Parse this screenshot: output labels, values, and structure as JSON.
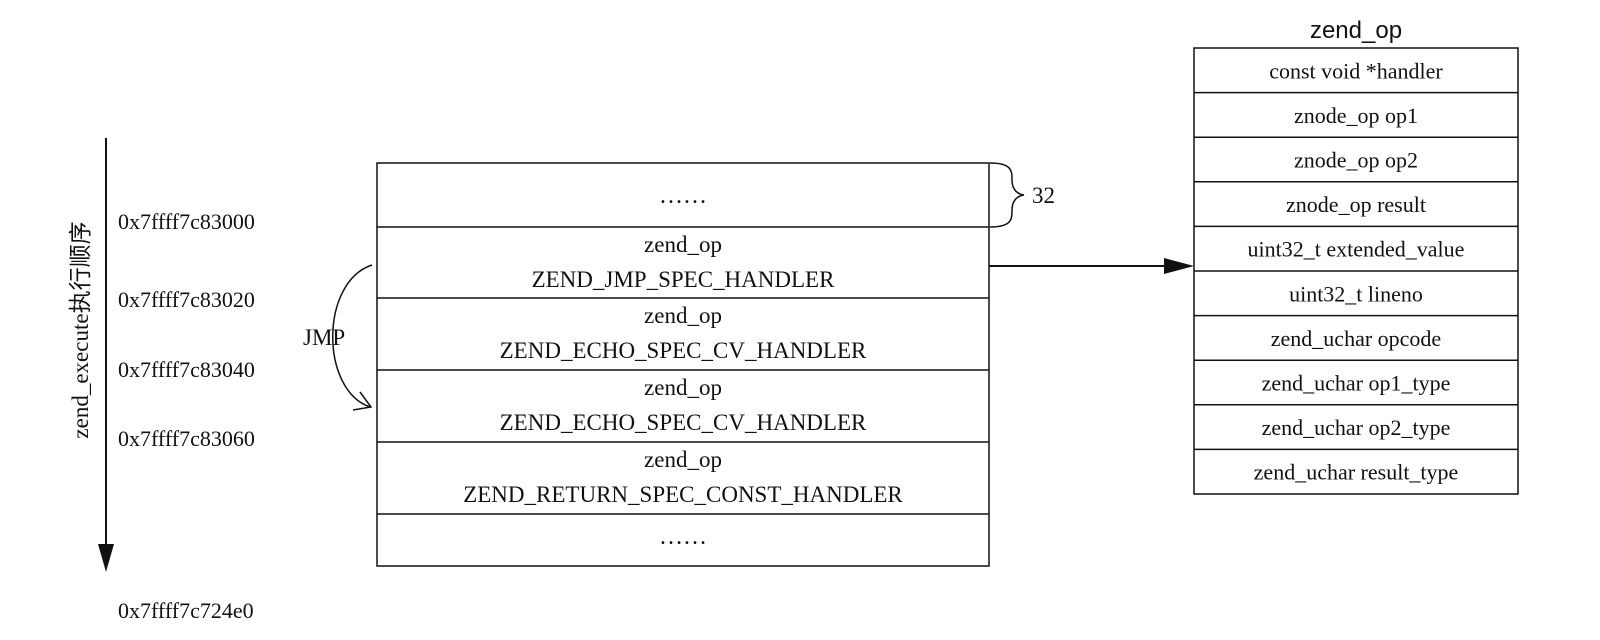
{
  "axis_label": "zend_execute执行顺序",
  "addresses": [
    "0x7ffff7c83000",
    "0x7ffff7c83020",
    "0x7ffff7c83040",
    "0x7ffff7c83060",
    "0x7ffff7c724e0"
  ],
  "ops_array": {
    "top_ellipsis": "……",
    "rows": [
      {
        "line1": "zend_op",
        "line2": "ZEND_JMP_SPEC_HANDLER"
      },
      {
        "line1": "zend_op",
        "line2": "ZEND_ECHO_SPEC_CV_HANDLER"
      },
      {
        "line1": "zend_op",
        "line2": "ZEND_ECHO_SPEC_CV_HANDLER"
      },
      {
        "line1": "zend_op",
        "line2": "ZEND_RETURN_SPEC_CONST_HANDLER"
      }
    ],
    "bottom_ellipsis": "……"
  },
  "size_label": "32",
  "jmp_label": "JMP",
  "struct": {
    "title": "zend_op",
    "fields": [
      "const void *handler",
      "znode_op op1",
      "znode_op op2",
      "znode_op result",
      "uint32_t extended_value",
      "uint32_t lineno",
      "zend_uchar opcode",
      "zend_uchar op1_type",
      "zend_uchar op2_type",
      "zend_uchar result_type"
    ]
  }
}
